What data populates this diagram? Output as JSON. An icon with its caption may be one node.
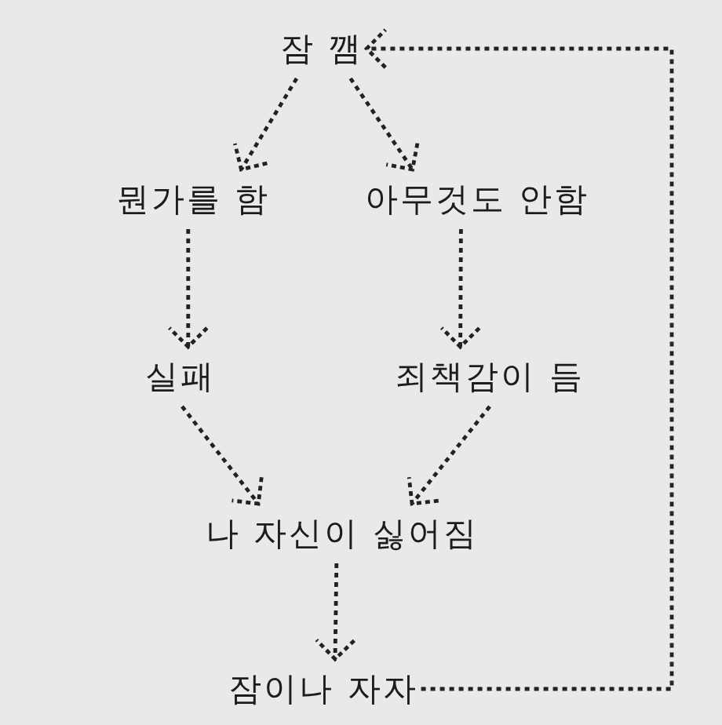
{
  "diagram": {
    "nodes": [
      {
        "text": [
          "잠 깸"
        ]
      },
      {
        "text": [
          "뭔가를 함"
        ]
      },
      {
        "text": [
          "아무것도 안함"
        ]
      },
      {
        "text": [
          "실패"
        ]
      },
      {
        "text": [
          "죄책감이 듬"
        ]
      },
      {
        "text": [
          "나 자신이 싫어짐"
        ]
      },
      {
        "text": [
          "잠이나 자자"
        ]
      }
    ],
    "edges": [
      {
        "from": 0,
        "to": 1,
        "arrow": "to"
      },
      {
        "from": 0,
        "to": 2,
        "arrow": "to"
      },
      {
        "from": 1,
        "to": 3,
        "arrow": "to"
      },
      {
        "from": 2,
        "to": 4,
        "arrow": "to"
      },
      {
        "from": 3,
        "to": 5,
        "arrow": "to"
      },
      {
        "from": 4,
        "to": 5,
        "arrow": "to"
      },
      {
        "from": 5,
        "to": 6,
        "arrow": "to"
      },
      {
        "from": 6,
        "to": 0,
        "arrow": "to"
      }
    ]
  }
}
